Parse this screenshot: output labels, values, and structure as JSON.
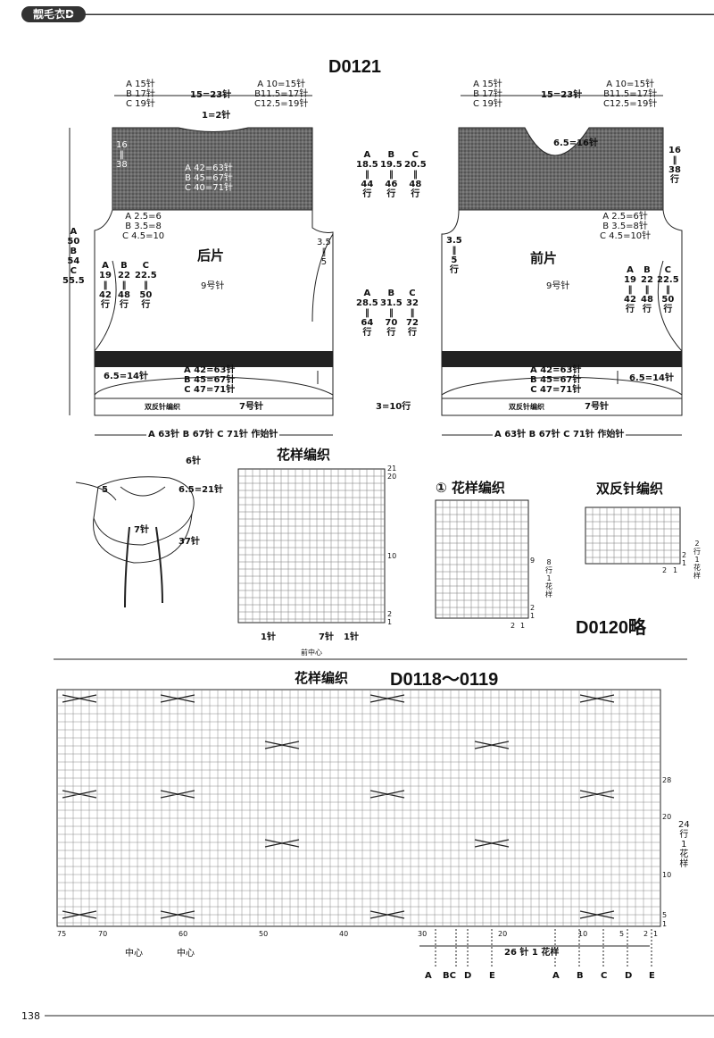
{
  "header": {
    "tab": "靓毛衣D"
  },
  "page_number": "138",
  "d0121": {
    "title": "D0121",
    "back": {
      "label": "后片",
      "needle": "9号针",
      "top_left": [
        "A 15针",
        "B 17针",
        "C 19针"
      ],
      "top_center": "15=23针",
      "top_right": [
        "A 10=15针",
        "B11.5=17针",
        "C12.5=19针"
      ],
      "neck": "1=2针",
      "yoke_left": [
        "16",
        "‖",
        "38"
      ],
      "armhole": [
        "A 2.5=6",
        "B 3.5=8",
        "C 4.5=10"
      ],
      "side_right": [
        "3.5",
        "‖",
        "5"
      ],
      "height": [
        "A",
        "50",
        "B",
        "54",
        "C",
        "55.5"
      ],
      "body_rows": [
        [
          "A",
          "19",
          "‖",
          "42",
          "行"
        ],
        [
          "B",
          "22",
          "‖",
          "48",
          "行"
        ],
        [
          "C",
          "22.5",
          "‖",
          "50",
          "行"
        ]
      ],
      "yoke_center": [
        "A 42=63针",
        "B 45=67针",
        "C 40=71针"
      ],
      "hem_left": "6.5=14针",
      "hem_bottom": [
        "A 42=63针",
        "B 45=67针",
        "C 47=71针"
      ],
      "rib": "双反针编织",
      "rib_needle": "7号针",
      "cast_on": "A 63针 B 67针 C 71针 作始针"
    },
    "middle": {
      "yoke_cols": [
        [
          "A",
          "18.5",
          "‖",
          "44",
          "行"
        ],
        [
          "B",
          "19.5",
          "‖",
          "46",
          "行"
        ],
        [
          "C",
          "20.5",
          "‖",
          "48",
          "行"
        ]
      ],
      "body_cols": [
        [
          "A",
          "28.5",
          "‖",
          "64",
          "行"
        ],
        [
          "B",
          "31.5",
          "‖",
          "70",
          "行"
        ],
        [
          "C",
          "32",
          "‖",
          "72",
          "行"
        ]
      ],
      "rib": "3=10行"
    },
    "front": {
      "label": "前片",
      "needle": "9号针",
      "top_left": [
        "A 15针",
        "B 17针",
        "C 19针"
      ],
      "top_center": "15=23针",
      "top_right": [
        "A 10=15针",
        "B11.5=17针",
        "C12.5=19针"
      ],
      "neck": "6.5=16针",
      "yoke_right": [
        "16",
        "‖",
        "38",
        "行"
      ],
      "armhole": [
        "A 2.5=6针",
        "B 3.5=8针",
        "C 4.5=10针"
      ],
      "side_left": [
        "3.5",
        "‖",
        "5",
        "行"
      ],
      "body_rows": [
        [
          "A",
          "19",
          "‖",
          "42",
          "行"
        ],
        [
          "B",
          "22",
          "‖",
          "48",
          "行"
        ],
        [
          "C",
          "22.5",
          "‖",
          "50",
          "行"
        ]
      ],
      "hem_bottom": [
        "A 42=63针",
        "B 45=67针",
        "C 47=71针"
      ],
      "hem_right": "6.5=14针",
      "rib": "双反针编织",
      "rib_needle": "7号针",
      "cast_on": "A 63针 B 67针 C 71针 作始针"
    }
  },
  "collar": {
    "stitches": "6针",
    "num5": "5",
    "front": "6.5=21针",
    "center": "7针",
    "side": "37针"
  },
  "pattern1": {
    "title": "花样编织",
    "rows_top": [
      "21",
      "20"
    ],
    "row10": "10",
    "rows_bottom": [
      "2",
      "1"
    ],
    "bottom": [
      "1针",
      "7针",
      "1针"
    ],
    "center": "前中心"
  },
  "pattern2": {
    "title": "① 花样编织",
    "rows": [
      "9",
      "2",
      "1"
    ],
    "repeat": [
      "8",
      "行",
      "1",
      "花",
      "样"
    ],
    "bottom": [
      "2",
      "1"
    ]
  },
  "pattern3": {
    "title": "双反针编织",
    "rows": [
      "2",
      "1"
    ],
    "repeat": [
      "2",
      "行",
      "1",
      "花",
      "样"
    ],
    "bottom": [
      "2",
      "1"
    ]
  },
  "d0120": "D0120略",
  "bottom_chart": {
    "title_cn": "花样编织",
    "title": "D0118～0119",
    "col_labels": [
      "75",
      "70",
      "60",
      "50",
      "40",
      "30",
      "20",
      "10",
      "5",
      "2",
      "1"
    ],
    "row_labels": [
      "28",
      "20",
      "10",
      "5",
      "1"
    ],
    "repeat": [
      "24",
      "行",
      "1",
      "花",
      "样"
    ],
    "center": [
      "中心",
      "中心"
    ],
    "stitch_repeat": "26 针 1 花样",
    "letters": [
      "A",
      "BC",
      "D",
      "E",
      "A",
      "B",
      "C",
      "D",
      "E"
    ]
  }
}
